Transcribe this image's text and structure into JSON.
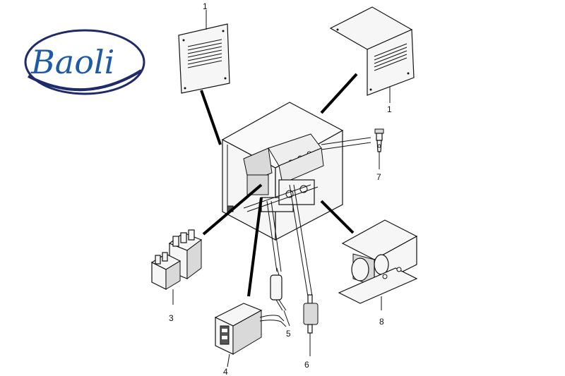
{
  "brand": {
    "logo_text": "Baoli",
    "colors": {
      "primary": "#1f5aa6",
      "outline": "#1f2a6b"
    }
  },
  "callouts": {
    "c1a": "1",
    "c1b": "1",
    "c3": "3",
    "c4": "4",
    "c5": "5",
    "c6": "6",
    "c7": "7",
    "c8": "8"
  }
}
